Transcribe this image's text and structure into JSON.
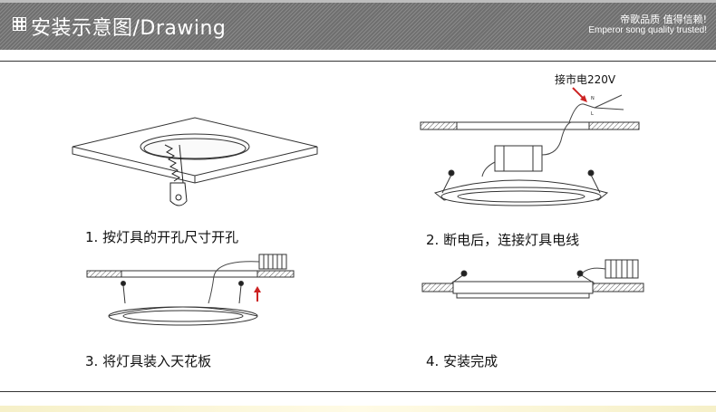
{
  "header": {
    "title": "安装示意图/Drawing",
    "slogan_cn": "帝歌品质 值得信赖!",
    "slogan_en": "Emperor song quality trusted!",
    "grid_icon": "grid-icon"
  },
  "steps": [
    {
      "caption": "1. 按灯具的开孔尺寸开孔"
    },
    {
      "caption": "2. 断电后，连接灯具电线",
      "annotation": "接市电220V",
      "wire_labels": [
        "N",
        "L"
      ]
    },
    {
      "caption": "3. 将灯具装入天花板"
    },
    {
      "caption": "4. 安装完成"
    }
  ],
  "colors": {
    "header_bg": "#777777",
    "arrow_red": "#cc2222",
    "text": "#111111"
  }
}
